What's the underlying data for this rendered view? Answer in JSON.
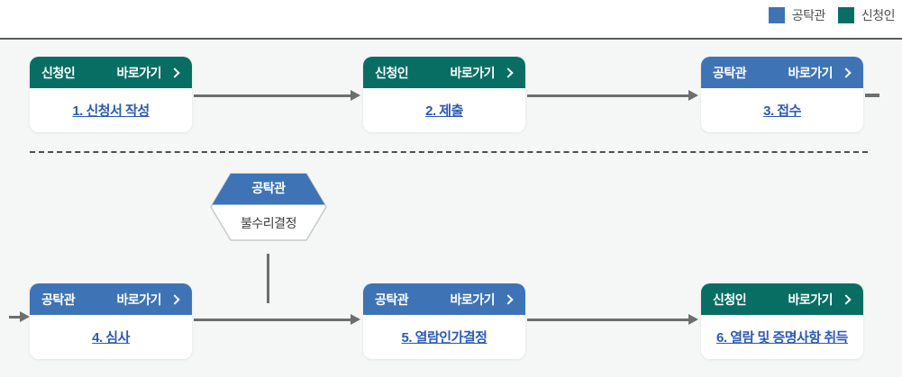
{
  "legend": {
    "items": [
      {
        "label": "공탁관",
        "color": "#3e74b5"
      },
      {
        "label": "신청인",
        "color": "#086e64"
      }
    ]
  },
  "steps": [
    {
      "role": "신청인",
      "cta": "바로가기",
      "title": "1. 신청서 작성"
    },
    {
      "role": "신청인",
      "cta": "바로가기",
      "title": "2. 제출"
    },
    {
      "role": "공탁관",
      "cta": "바로가기",
      "title": "3. 접수"
    },
    {
      "role": "공탁관",
      "cta": "바로가기",
      "title": "4. 심사"
    },
    {
      "role": "공탁관",
      "cta": "바로가기",
      "title": "5. 열람인가결정"
    },
    {
      "role": "신청인",
      "cta": "바로가기",
      "title": "6. 열람 및 증명사항 취득"
    }
  ],
  "decision": {
    "role": "공탁관",
    "label": "불수리결정"
  },
  "colors": {
    "officer": "#3e74b5",
    "applicant": "#086e64",
    "link": "#2b5ab5",
    "arrow": "#6e6e6e",
    "canvas_background": "#f5f6f6"
  }
}
